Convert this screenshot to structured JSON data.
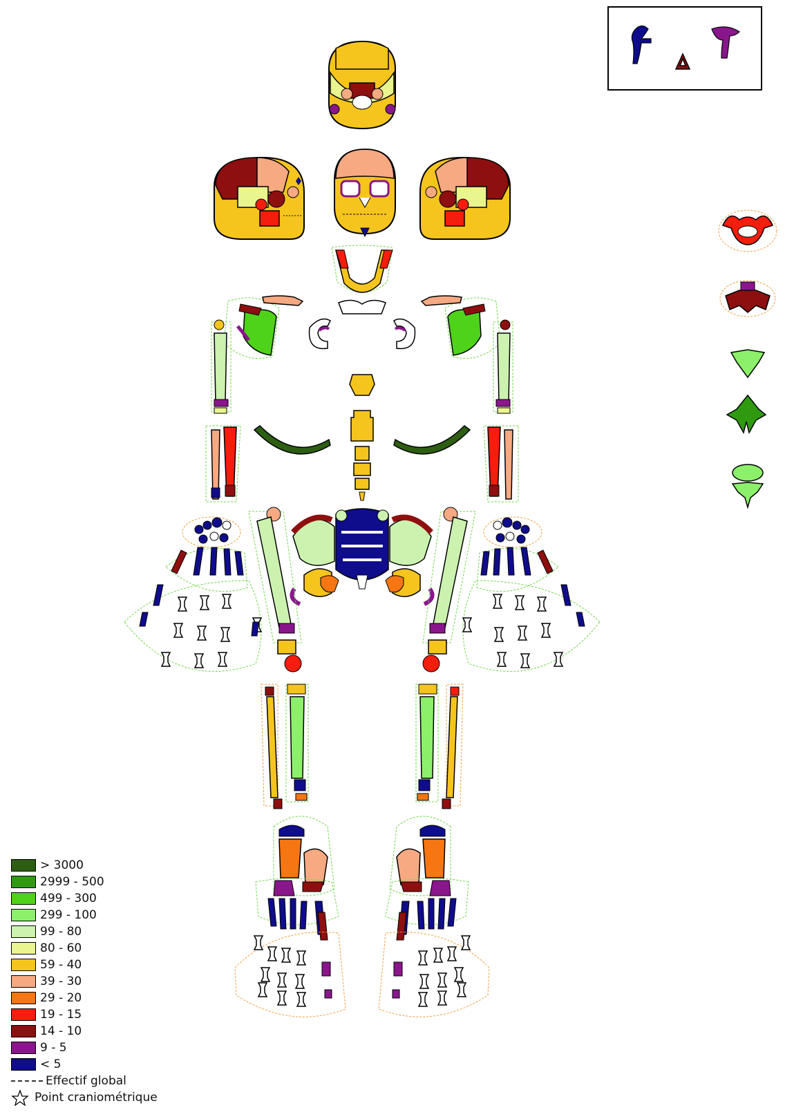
{
  "colors": {
    "c3000": "#2d5e12",
    "c500": "#2f9a0f",
    "c300": "#4fd21a",
    "c100": "#8cf06a",
    "c80": "#ccf2b0",
    "c60": "#e9f58e",
    "c40": "#f5c51d",
    "c30": "#f7a982",
    "c20": "#f57612",
    "c15": "#f51d0d",
    "c10": "#8e0f0f",
    "c5": "#8a168c",
    "c0": "#0f0d8c",
    "none": "#ffffff",
    "envelope": "#6fd84a",
    "envelope_alt": "#f0a040"
  },
  "legend": {
    "items": [
      {
        "label": "> 3000",
        "color": "#2d5e12"
      },
      {
        "label": "2999 - 500",
        "color": "#2f9a0f"
      },
      {
        "label": "499 - 300",
        "color": "#4fd21a"
      },
      {
        "label": "299 - 100",
        "color": "#8cf06a"
      },
      {
        "label": "99 - 80",
        "color": "#ccf2b0"
      },
      {
        "label": "80 - 60",
        "color": "#e9f58e"
      },
      {
        "label": "59 - 40",
        "color": "#f5c51d"
      },
      {
        "label": "39 - 30",
        "color": "#f7a982"
      },
      {
        "label": "29 - 20",
        "color": "#f57612"
      },
      {
        "label": "19 - 15",
        "color": "#f51d0d"
      },
      {
        "label": "14 - 10",
        "color": "#8e0f0f"
      },
      {
        "label": "9 - 5",
        "color": "#8a168c"
      },
      {
        "label": "< 5",
        "color": "#0f0d8c"
      }
    ],
    "effectif_label": "Effectif  global",
    "craniometric_label": "Point craniométrique"
  }
}
